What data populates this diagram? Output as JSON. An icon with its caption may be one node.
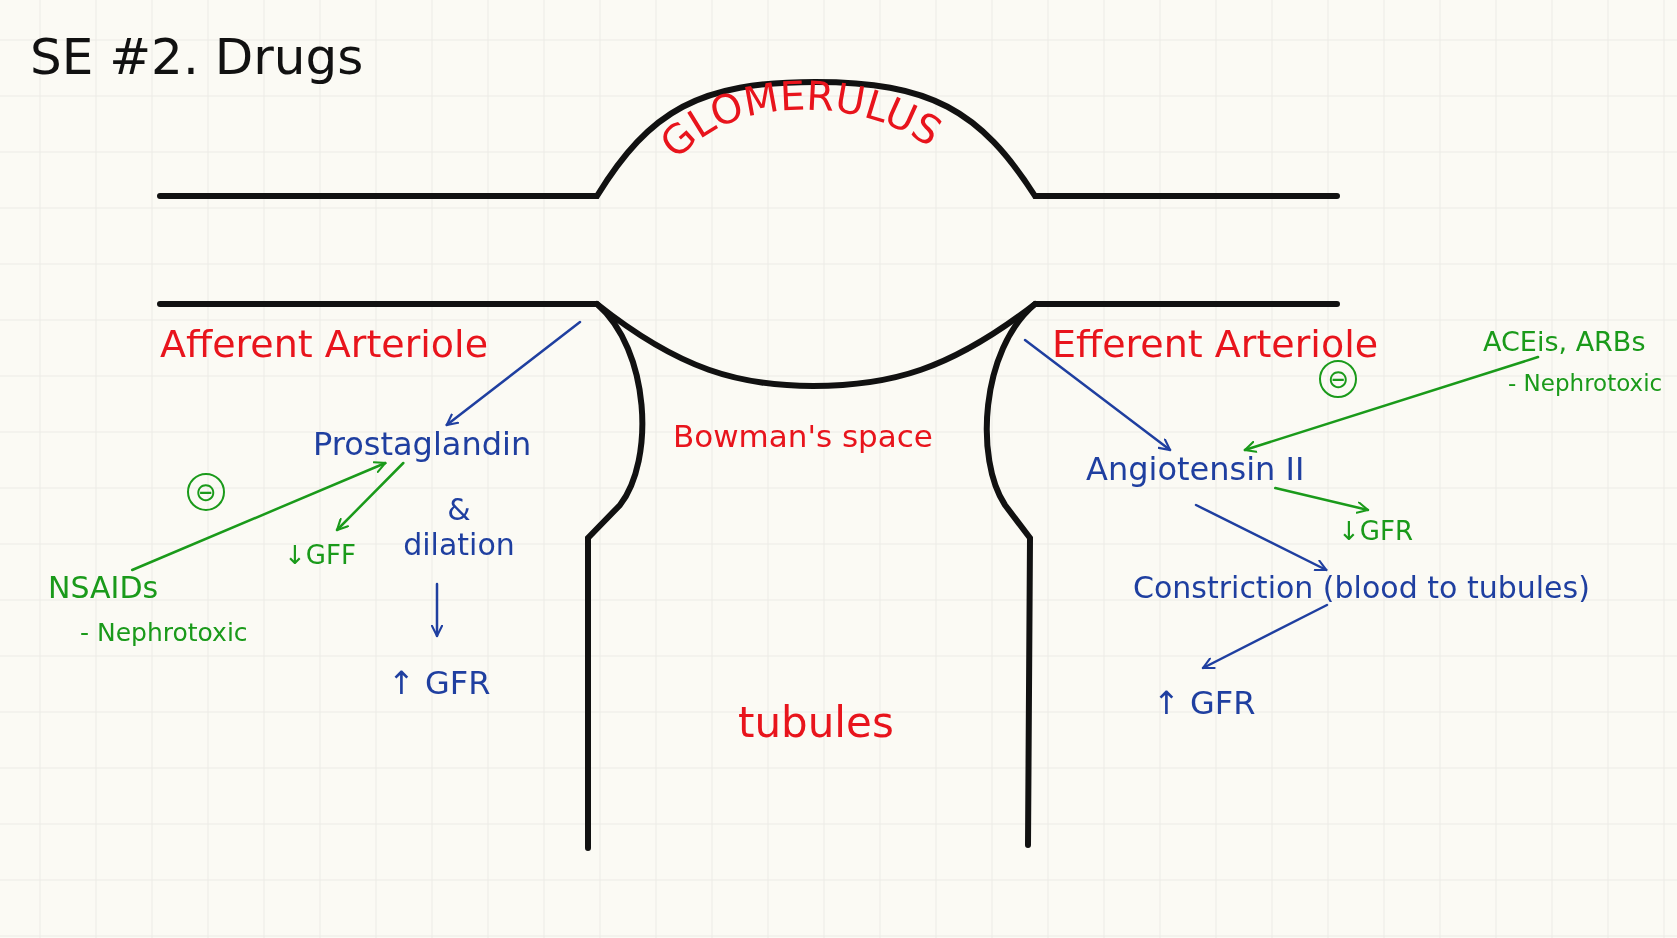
{
  "diagram": {
    "title": "SE #2. Drugs",
    "nodes": [
      {
        "text": [
          "Prostaglandin"
        ]
      },
      {
        "text": [
          "NSAIDs"
        ],
        "beside": [
          "- Nephrotoxic"
        ]
      },
      {
        "text": [
          "↓GFF"
        ]
      },
      {
        "text": [
          "& dilation"
        ]
      },
      {
        "text": [
          "↑ GFR"
        ]
      },
      {
        "text": [
          "Angiotensin II"
        ]
      },
      {
        "text": [
          "ACEis, ARBs"
        ],
        "beside": [
          "- Nephrotoxic"
        ]
      },
      {
        "text": [
          "↓GFR"
        ]
      },
      {
        "text": [
          "Constriction (blood to tubules)"
        ]
      },
      {
        "text": [
          "↑ GFR"
        ]
      }
    ],
    "edges": [
      {
        "from": null,
        "to": 0,
        "arrow": "to"
      },
      {
        "from": 1,
        "to": 0,
        "arrow": "to",
        "label": "⊖",
        "color": "#1a9a1a"
      },
      {
        "from": 0,
        "to": 2,
        "arrow": "to",
        "color": "#1a9a1a"
      },
      {
        "from": 3,
        "to": 4,
        "arrow": "to"
      },
      {
        "from": null,
        "to": 5,
        "arrow": "to"
      },
      {
        "from": 6,
        "to": 5,
        "arrow": "to",
        "label": "⊖",
        "color": "#1a9a1a"
      },
      {
        "from": 5,
        "to": 7,
        "arrow": "to",
        "color": "#1a9a1a"
      },
      {
        "from": 5,
        "to": 8,
        "arrow": "to"
      },
      {
        "from": 8,
        "to": 9,
        "arrow": "to"
      }
    ],
    "labels": [
      "GLOMERULUS",
      "Afferent Arteriole",
      "Efferent Arteriole",
      "Bowman's space",
      "tubules"
    ]
  }
}
